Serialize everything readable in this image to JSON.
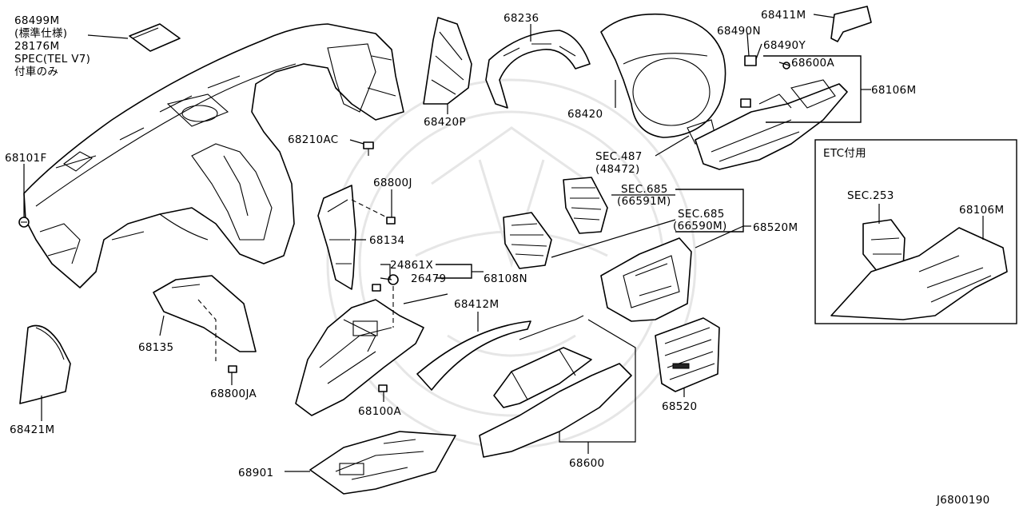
{
  "diagram_id": "J6800190",
  "inset_title": "ETC付用",
  "labels": {
    "p68499M": "68499M",
    "p68499M_note1": "(標準仕様)",
    "p28176M": "28176M",
    "p28176M_note1": "SPEC(TEL V7)",
    "p28176M_note2": "付車のみ",
    "p68236": "68236",
    "p68411M": "68411M",
    "p68490N": "68490N",
    "p68490Y": "68490Y",
    "p68600A": "68600A",
    "p68106M": "68106M",
    "p68420": "68420",
    "p68420P": "68420P",
    "p68210AC": "68210AC",
    "p68101F": "68101F",
    "sec487": "SEC.487",
    "sec487_ref": "(48472)",
    "sec685a": "SEC.685",
    "sec685a_ref": "(66591M)",
    "sec685b": "SEC.685",
    "sec685b_ref": "(66590M)",
    "p68520M": "68520M",
    "p68800J": "68800J",
    "p68134": "68134",
    "p24861X": "24861X",
    "p26479": "26479",
    "p68108N": "68108N",
    "p68412M": "68412M",
    "p68135": "68135",
    "p68800JA": "68800JA",
    "p68100A": "68100A",
    "p68421M": "68421M",
    "p68520": "68520",
    "p68600": "68600",
    "p68901": "68901",
    "sec253": "SEC.253",
    "p68106M_inset": "68106M"
  }
}
